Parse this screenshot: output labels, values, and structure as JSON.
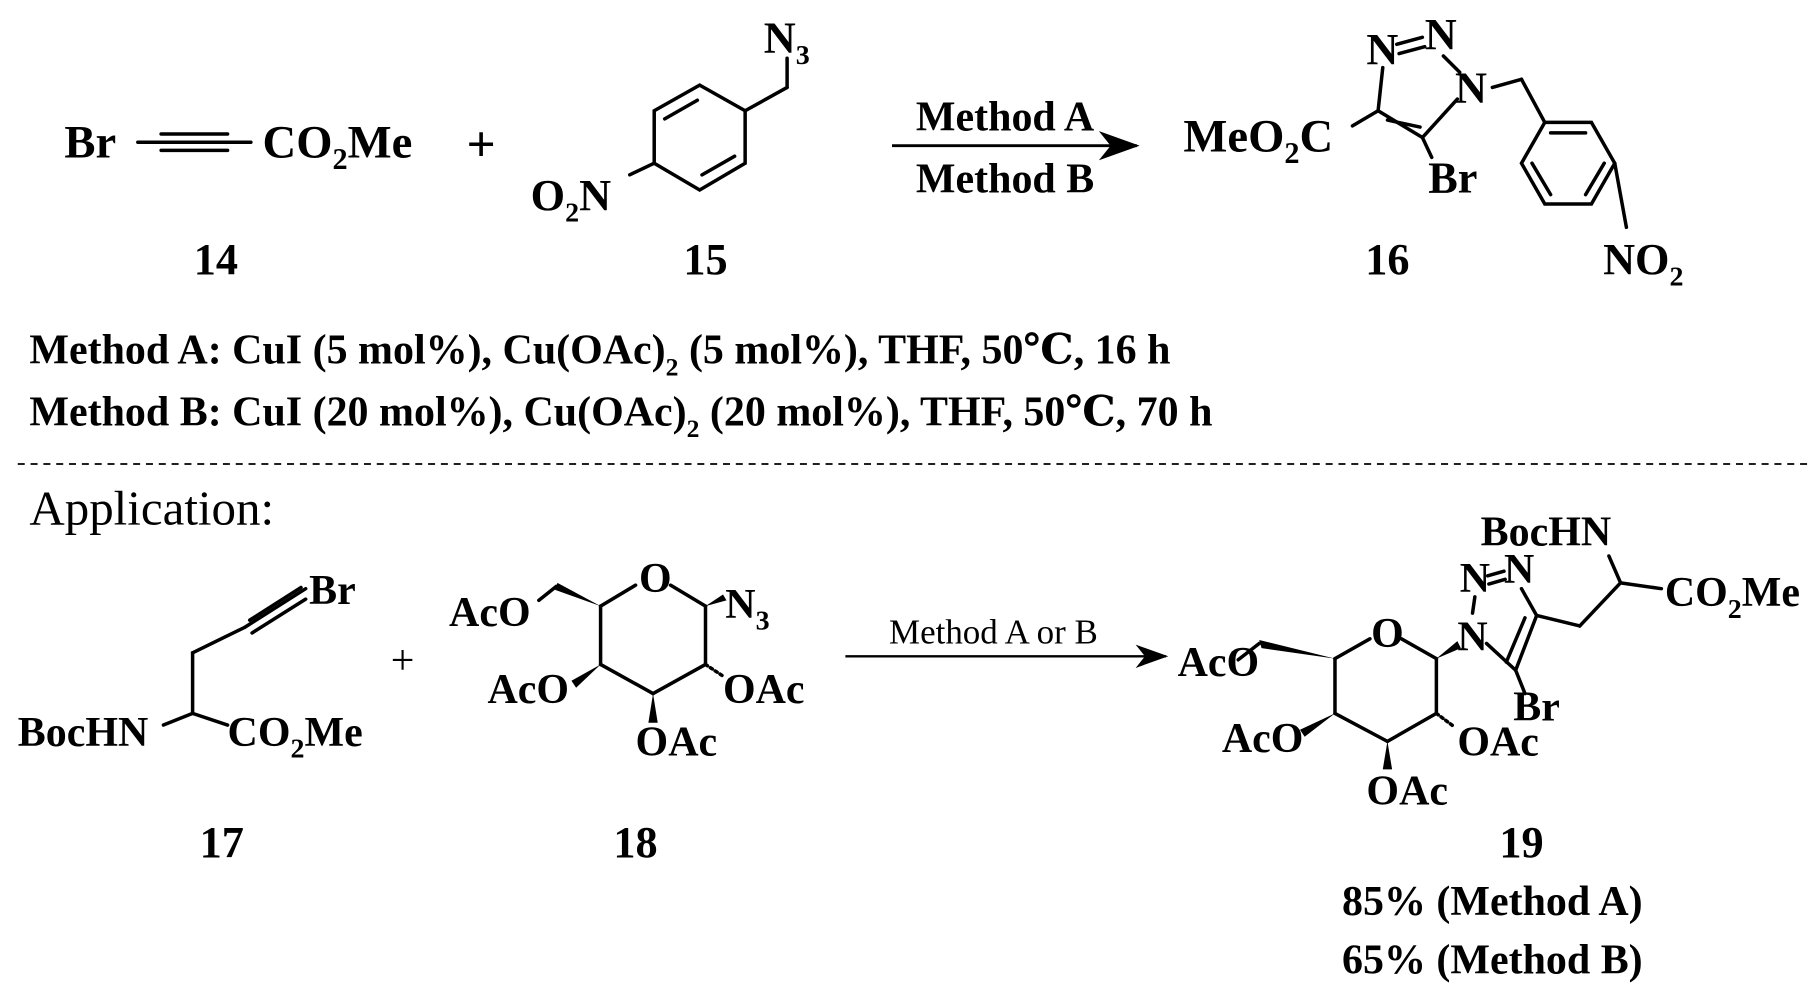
{
  "top": {
    "c14": {
      "br": "Br",
      "co": "CO",
      "sub": "2",
      "me": "Me",
      "label": "14"
    },
    "plus": "+",
    "c15": {
      "n3": "N",
      "n3sub": "3",
      "o2n_o": "O",
      "o2n_sub": "2",
      "o2n_n": "N",
      "label": "15"
    },
    "arrow": {
      "above": "Method A",
      "below": "Method B"
    },
    "c16": {
      "meo": "MeO",
      "meosub": "2",
      "c": "C",
      "n": "N",
      "br": "Br",
      "no": "NO",
      "nosub": "2",
      "label": "16"
    }
  },
  "conditions": {
    "a": {
      "pre": "Method A: CuI (5 mol%), Cu(OAc)",
      "sub": "2",
      "post": " (5 mol%), THF, 50℃, 16 h"
    },
    "b": {
      "pre": "Method B: CuI (20 mol%), Cu(OAc)",
      "sub": "2",
      "post": " (20 mol%), THF, 50℃, 70 h"
    }
  },
  "application": {
    "heading": "Application:",
    "c17": {
      "br": "Br",
      "bochn": "BocHN",
      "co": "CO",
      "sub": "2",
      "me": "Me",
      "label": "17"
    },
    "plus": "+",
    "c18": {
      "aco": "AcO",
      "o": "O",
      "n3": "N",
      "n3sub": "3",
      "oac": "OAc",
      "label": "18"
    },
    "arrow": {
      "label": "Method A or B"
    },
    "c19": {
      "aco": "AcO",
      "o": "O",
      "n": "N",
      "bochn": "BocHN",
      "co": "CO",
      "sub": "2",
      "me": "Me",
      "br": "Br",
      "oac": "OAc",
      "label": "19",
      "yield_a": "85% (Method A)",
      "yield_b": "65% (Method B)"
    }
  }
}
